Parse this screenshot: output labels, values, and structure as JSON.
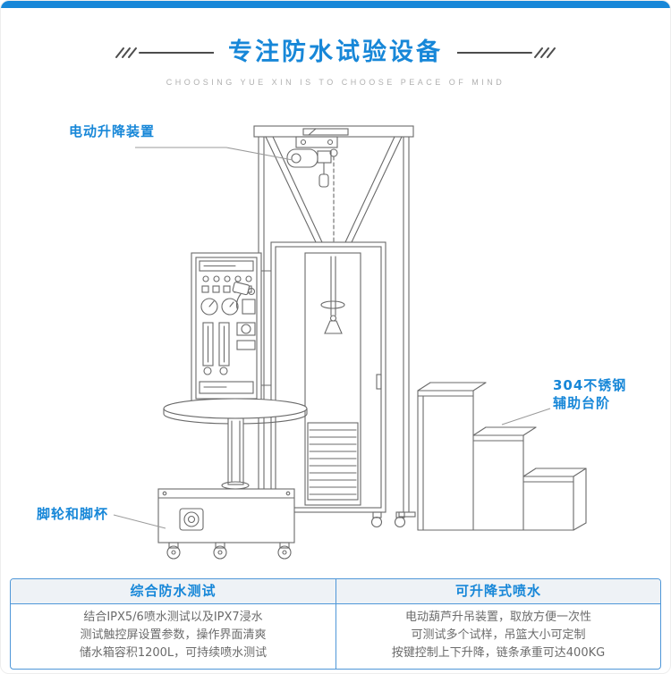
{
  "theme": {
    "accent": "#1787d8",
    "table_border": "#4f97d8",
    "table_header_bg": "#eef2f6",
    "body_text_color": "#6b6b6b",
    "subtitle_color": "#b0b0b0",
    "line_art_color": "#6a6a6a"
  },
  "header": {
    "title": "专注防水试验设备",
    "subtitle": "CHOOSING YUE XIN IS TO CHOOSE PEACE OF MIND"
  },
  "figure": {
    "description": "line drawing of waterproof spray test equipment",
    "callouts": {
      "hoist": "电动升降装置",
      "stairs_line1": "304不锈钢",
      "stairs_line2": "辅助台阶",
      "casters": "脚轮和脚杯"
    }
  },
  "spec_table": {
    "columns": [
      {
        "header": "综合防水测试",
        "lines": [
          "结合IPX5/6喷水测试以及IPX7浸水",
          "测试触控屏设置参数，操作界面清爽",
          "储水箱容积1200L，可持续喷水测试"
        ]
      },
      {
        "header": "可升降式喷水",
        "lines": [
          "电动葫芦升吊装置，取放方便一次性",
          "可测试多个试样，吊篮大小可定制",
          "按键控制上下升降，链条承重可达400KG"
        ]
      }
    ]
  }
}
